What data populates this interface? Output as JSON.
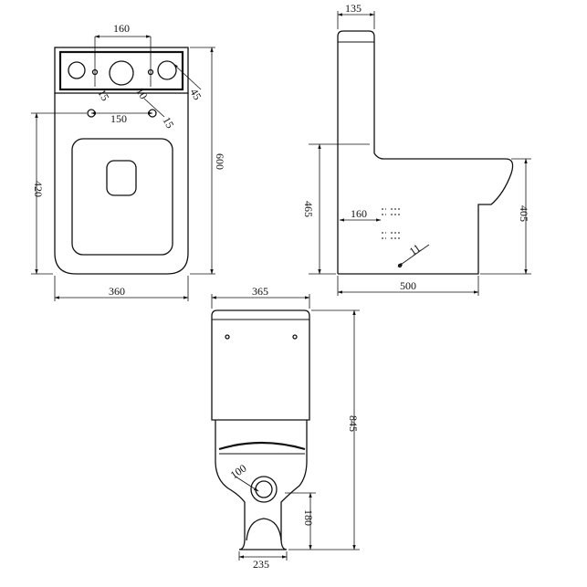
{
  "top_view": {
    "dim_width": "360",
    "dim_height": "600",
    "dim_seat_depth": "420",
    "dim_holes_top": "160",
    "dim_holes_bottom": "150",
    "dim_hole_45": "45",
    "dim_hole_15_left": "15",
    "dim_hole_15_right": "15",
    "dim_hole_10": "10"
  },
  "side_view": {
    "dim_cistern_top": "135",
    "dim_height_465": "465",
    "dim_height_405": "405",
    "dim_depth": "500",
    "dim_fixing_160": "160",
    "dim_fixing_11": "11"
  },
  "rear_view": {
    "dim_width": "365",
    "dim_height": "845",
    "dim_outlet": "100",
    "dim_outlet_height": "180",
    "dim_base_width": "235"
  }
}
